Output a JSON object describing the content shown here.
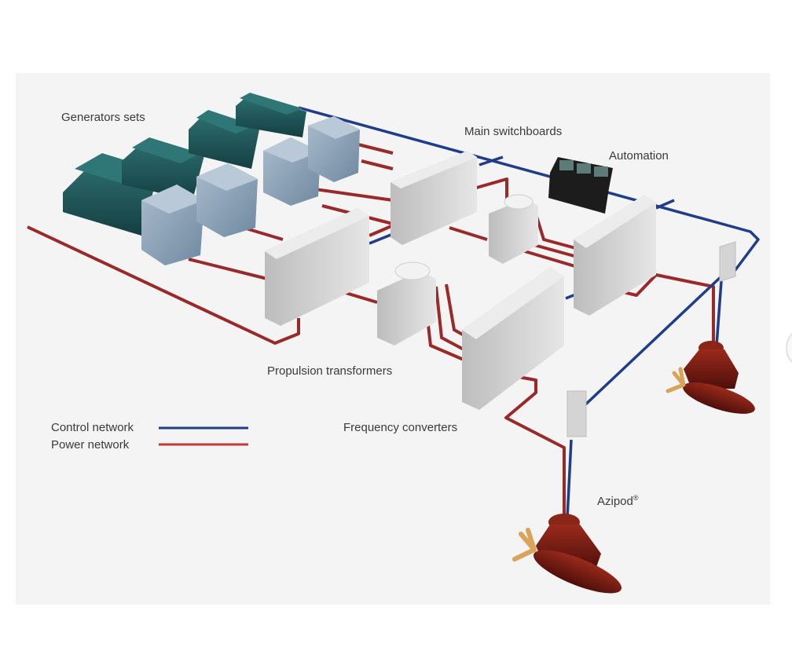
{
  "diagram": {
    "subject": "Electric propulsion system",
    "labels": {
      "generators": "Generators sets",
      "main_switchboards": "Main switchboards",
      "automation": "Automation",
      "propulsion_transformers": "Propulsion transformers",
      "frequency_converters": "Frequency converters",
      "azipod": "Azipod",
      "azipod_mark": "®"
    },
    "legend": {
      "items": [
        {
          "label": "Control network",
          "color": "#1f3d8a"
        },
        {
          "label": "Power network",
          "color": "#c0393b"
        }
      ]
    },
    "colors": {
      "panel_bg": "#f4f4f4",
      "control_line": "#1f3d8a",
      "power_line": "#9a2a2a",
      "engine": "#1f5a5a",
      "generator": "#8fa3b8",
      "cabinet": "#d6d6d6",
      "azipod": "#7a1a12",
      "propeller": "#d9a35a",
      "console": "#1c1c1c"
    }
  }
}
